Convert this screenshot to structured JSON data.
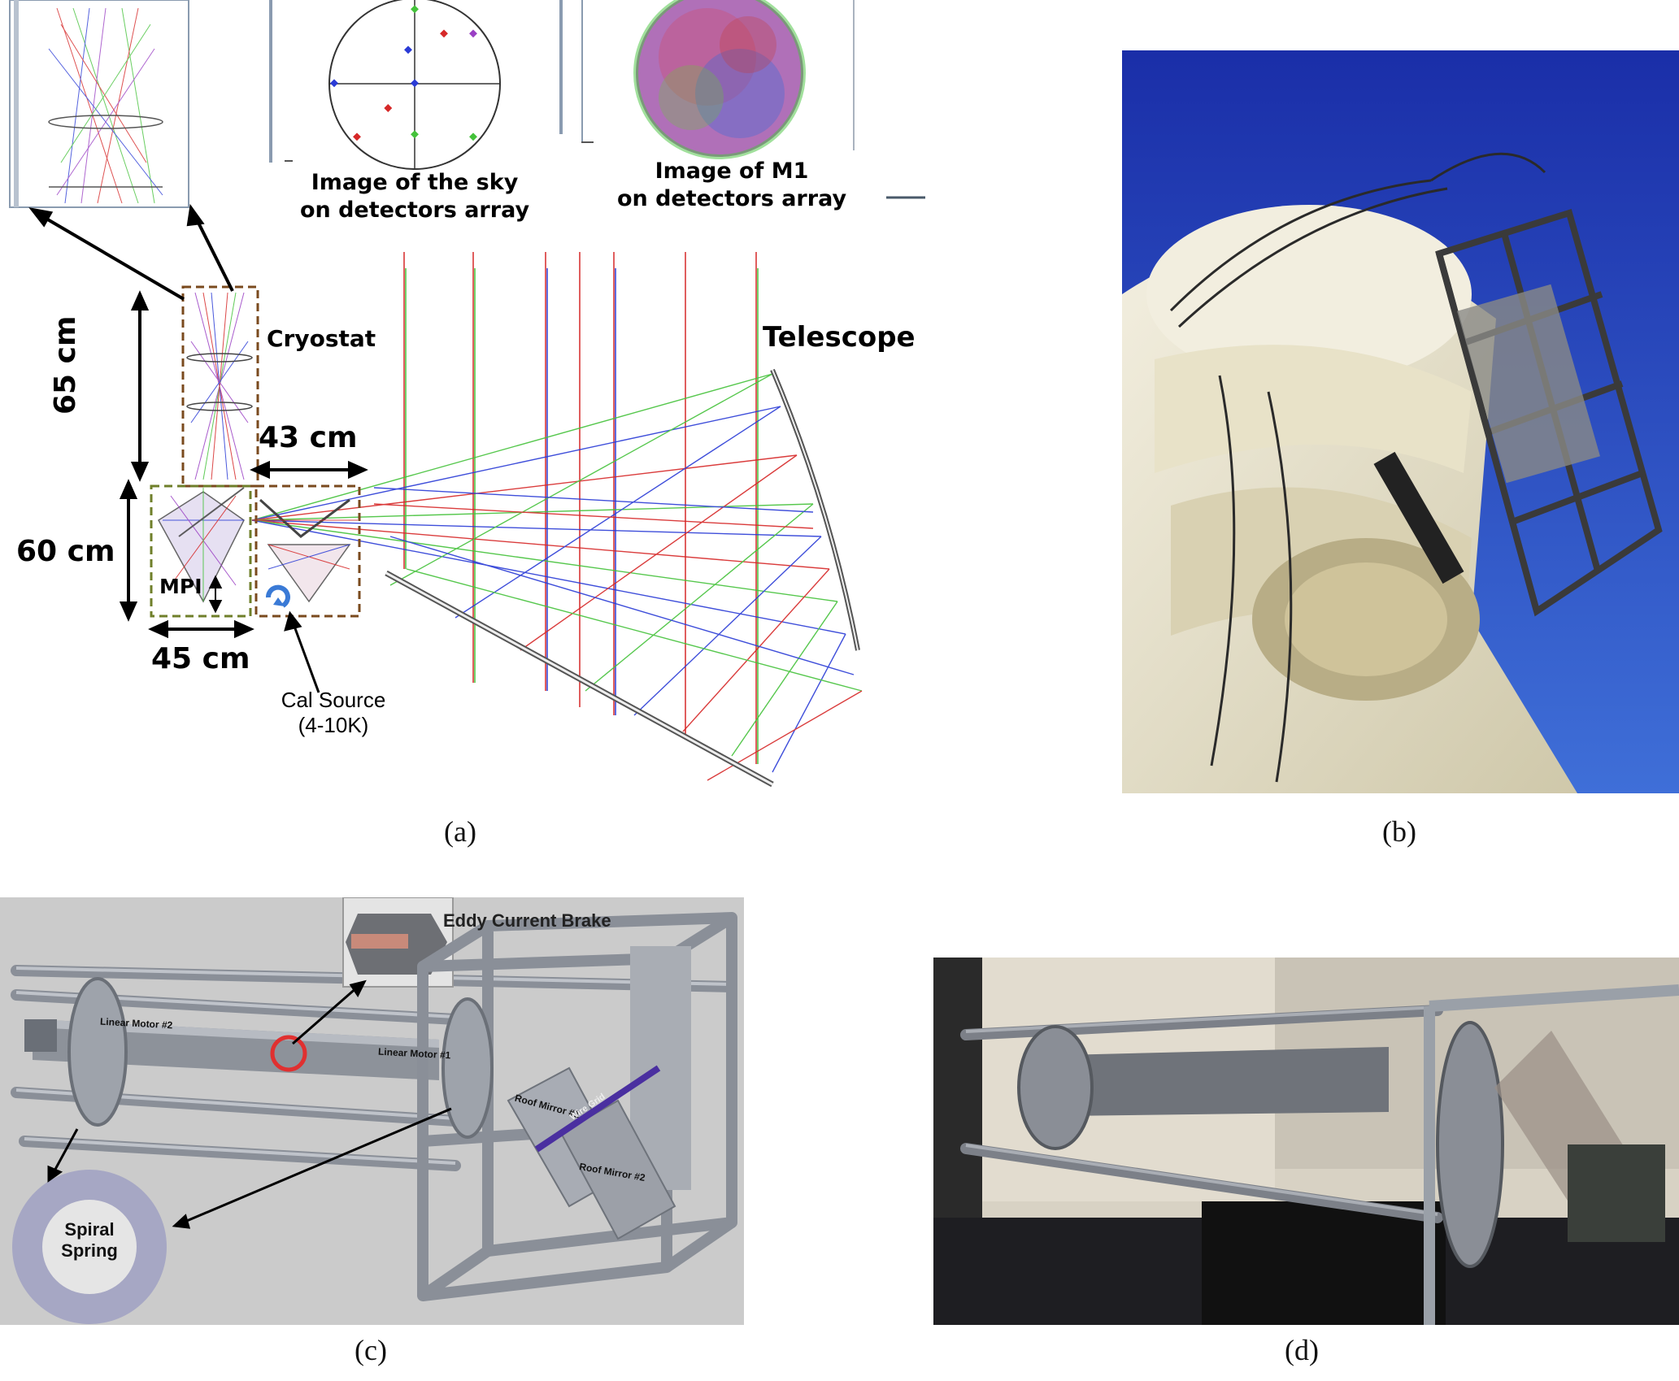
{
  "panel_a": {
    "sky_label": "Image of the sky\non detectors array",
    "m1_label": "Image of M1\non detectors array",
    "cryostat": "Cryostat",
    "telescope": "Telescope",
    "mpi": "MPI",
    "dim_65": "65 cm",
    "dim_60": "60 cm",
    "dim_43": "43 cm",
    "dim_45": "45 cm",
    "cal_source": "Cal Source\n(4-10K)",
    "colors": {
      "red": "#d62828",
      "green": "#44c23a",
      "blue": "#2a3bd6",
      "purple": "#9a3fc4",
      "brown_dash": "#7a4a1e",
      "olive_dash": "#6f7f2a"
    }
  },
  "panel_c": {
    "eddy": "Eddy Current Brake",
    "linear2": "Linear Motor #2",
    "linear1": "Linear Motor #1",
    "roof1": "Roof Mirror #1",
    "wiregrid": "Wire Grid",
    "roof2": "Roof Mirror #2",
    "spiral": "Spiral\nSpring"
  },
  "captions": {
    "a": "(a)",
    "b": "(b)",
    "c": "(c)",
    "d": "(d)"
  }
}
